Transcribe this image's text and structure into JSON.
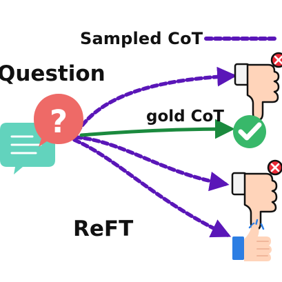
{
  "legend": {
    "label": "Sampled CoT",
    "line_color": "#5a16b8"
  },
  "question": {
    "label": "Question",
    "icon": "question-chat-icon"
  },
  "gold": {
    "label": "gold CoT",
    "line_color": "#1b8a3e"
  },
  "method": {
    "label": "ReFT"
  },
  "outcomes": [
    {
      "icon": "thumbs-down-icon",
      "badge": "x-badge-icon",
      "result": "incorrect"
    },
    {
      "icon": "check-circle-icon",
      "result": "correct"
    },
    {
      "icon": "thumbs-down-icon",
      "badge": "x-badge-icon",
      "result": "incorrect"
    },
    {
      "icon": "thumbs-up-icon",
      "result": "correct"
    }
  ],
  "colors": {
    "bubble_red": "#ee6a67",
    "bubble_teal": "#62d3bd",
    "check_green": "#38b86a",
    "thumb_skin": "#ffd4ba",
    "thumb_down_cuff": "#f4f4f4",
    "thumb_up_cuff": "#2d7ee3",
    "badge_red": "#ea2b37"
  }
}
